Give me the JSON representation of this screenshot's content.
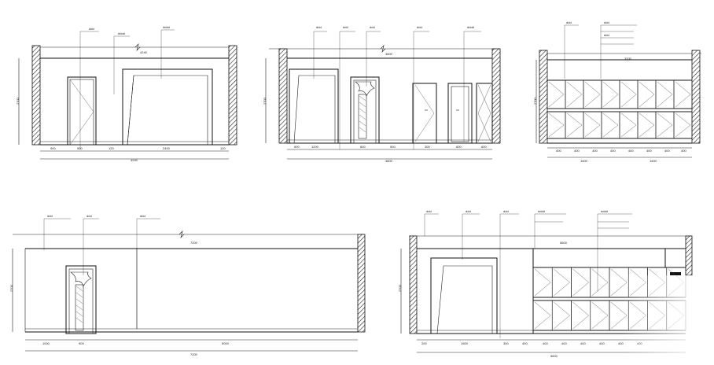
{
  "sheet": {
    "elevations": [
      {
        "id": "A",
        "top_dim": "4240",
        "height_dims": [
          "2700"
        ],
        "leader_tags": [
          "ddd",
          "dddd",
          "dddd"
        ],
        "bottom_dims": [
          "900",
          "900",
          "120",
          "2400",
          "120"
        ],
        "total_dim": "4240"
      },
      {
        "id": "B",
        "top_dim": "4800",
        "height_dims": [
          "2700"
        ],
        "leader_tags": [
          "ddd",
          "ddd",
          "ddd",
          "ddd",
          "dddd"
        ],
        "bottom_dims": [
          "600",
          "1200",
          "600",
          "900",
          "300",
          "600",
          "600"
        ],
        "total_dim": "4800"
      },
      {
        "id": "C",
        "top_dim": "3200",
        "height_dims": [
          "2700"
        ],
        "leader_tags": [
          "ddd",
          "ddd",
          "ddd"
        ],
        "bottom_dims": [
          "400",
          "400",
          "400",
          "400",
          "400",
          "400",
          "400",
          "400"
        ],
        "total_dim_left": "1600",
        "total_dim_right": "1600"
      },
      {
        "id": "D",
        "top_dim": "7200",
        "height_dims": [
          "2700"
        ],
        "leader_tags": [
          "ddd",
          "ddd",
          "ddd"
        ],
        "bottom_dims": [
          "1000",
          "900",
          "5000"
        ],
        "total_dim": "7200"
      },
      {
        "id": "E",
        "top_dim": "5600",
        "height_dims": [
          "2700"
        ],
        "leader_tags": [
          "ddd",
          "ddd",
          "ddd",
          "dddd",
          "dddd"
        ],
        "bottom_dims": [
          "200",
          "1500",
          "300",
          "400",
          "400",
          "400",
          "400",
          "400",
          "400",
          "400"
        ],
        "total_dim": "5600"
      }
    ]
  }
}
